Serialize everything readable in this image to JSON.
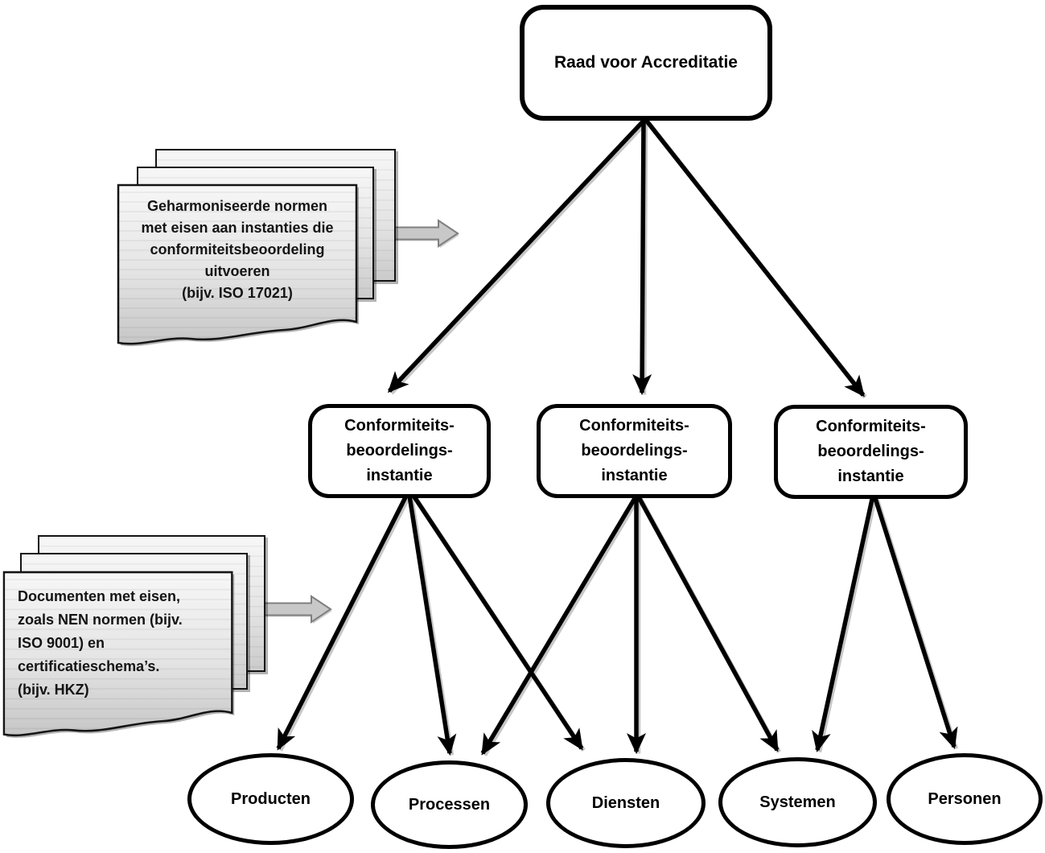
{
  "title": "Accreditatiestructuur diagram",
  "colors": {
    "background": "#ffffff",
    "node_fill": "#ffffff",
    "node_border": "#000000",
    "connector": "#000000",
    "document_fill_light": "#f7f7f7",
    "document_fill_dark": "#cbcbcb",
    "document_border": "#141414",
    "gray_arrow_fill": "#c8c8c8",
    "gray_arrow_border": "#7f7f7f"
  },
  "root": {
    "label": "Raad voor Accreditatie"
  },
  "cbi": {
    "lines": [
      "Conformiteits-",
      "beoordelings-",
      "instantie"
    ]
  },
  "entities": [
    {
      "label": "Producten"
    },
    {
      "label": "Processen"
    },
    {
      "label": "Diensten"
    },
    {
      "label": "Systemen"
    },
    {
      "label": "Personen"
    }
  ],
  "documents": {
    "top": {
      "lines": [
        "Geharmoniseerde normen",
        "met eisen aan instanties die",
        "conformiteitsbeoordeling",
        "uitvoeren",
        "(bijv. ISO 17021)"
      ]
    },
    "bottom": {
      "lines": [
        "Documenten met eisen,",
        "zoals NEN normen (bijv.",
        "ISO 9001) en",
        "certificatieschema’s.",
        "(bijv. HKZ)"
      ]
    }
  }
}
